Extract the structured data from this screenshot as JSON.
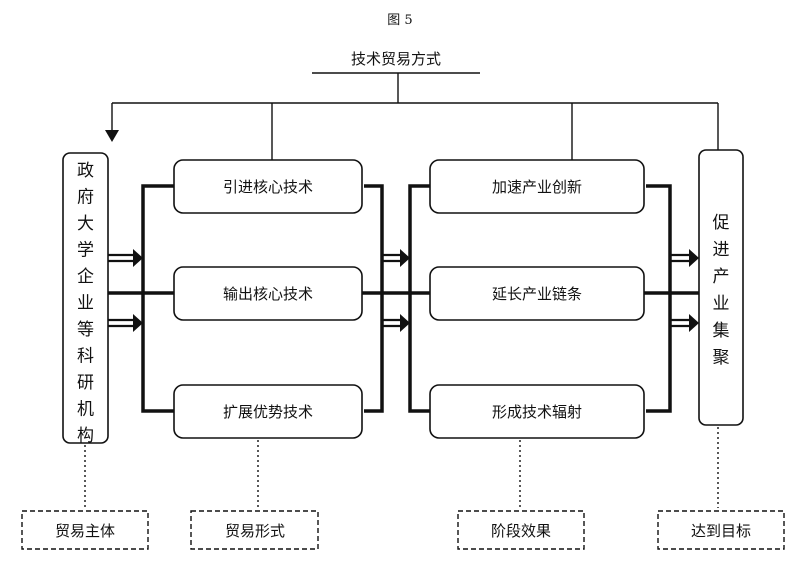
{
  "figure_label": "图 5",
  "root": "技术贸易方式",
  "subject": "政府大学企业等科研机构",
  "forms": [
    "引进核心技术",
    "输出核心技术",
    "扩展优势技术"
  ],
  "effects": [
    "加速产业创新",
    "延长产业链条",
    "形成技术辐射"
  ],
  "goal": "促进产业集聚",
  "categories": [
    "贸易主体",
    "贸易形式",
    "阶段效果",
    "达到目标"
  ]
}
